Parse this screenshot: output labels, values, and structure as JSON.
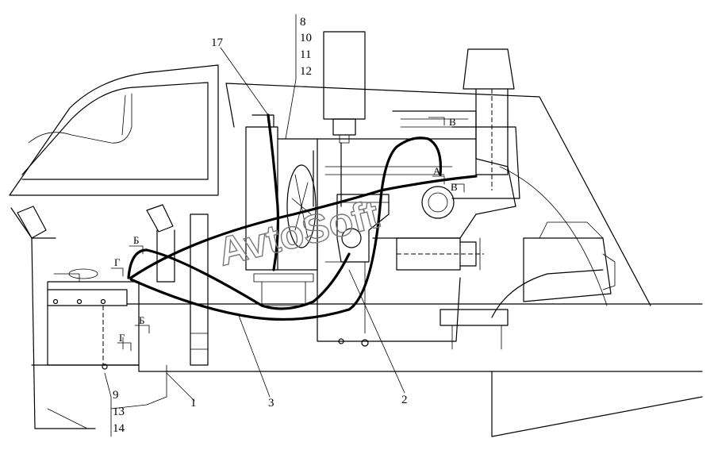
{
  "callouts": {
    "n17": "17",
    "n8": "8",
    "n10": "10",
    "n11": "11",
    "n12": "12",
    "n1": "1",
    "n2": "2",
    "n3": "3",
    "n9": "9",
    "n13": "13",
    "n14": "14"
  },
  "section_marks": {
    "a": "А",
    "b_top": "Б",
    "b_low": "Б",
    "v_top": "В",
    "v_mid": "В",
    "g_top": "Г",
    "g_low": "Г"
  },
  "watermark": "AvtoSoft"
}
